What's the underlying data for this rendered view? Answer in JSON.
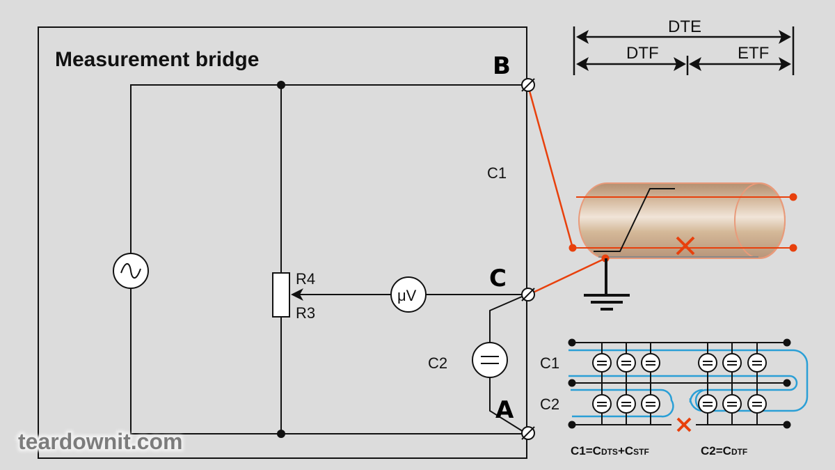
{
  "title": "Measurement bridge",
  "terminals": {
    "B": "B",
    "C": "C",
    "A": "A"
  },
  "components": {
    "source": "ac-source",
    "R4": "R4",
    "R3": "R3",
    "meter": "μV",
    "C1": "C1",
    "C2": "C2"
  },
  "dimensions": {
    "DTE": "DTE",
    "DTF": "DTF",
    "ETF": "ETF"
  },
  "network": {
    "row_labels": [
      "C1",
      "C2"
    ],
    "formula1": {
      "main": "C1=C",
      "sub1": "DTS",
      "plus": "+C",
      "sub2": "STF"
    },
    "formula2": {
      "main": "C2=C",
      "sub1": "DTF"
    }
  },
  "colors": {
    "background": "#dcdcdc",
    "wire": "#111111",
    "cable_conductor": "#e8400c",
    "fault_marker": "#e8400c",
    "network_loop": "#2a9fd6",
    "cable_body": "#c9a98a"
  },
  "watermark": "teardownit.com"
}
